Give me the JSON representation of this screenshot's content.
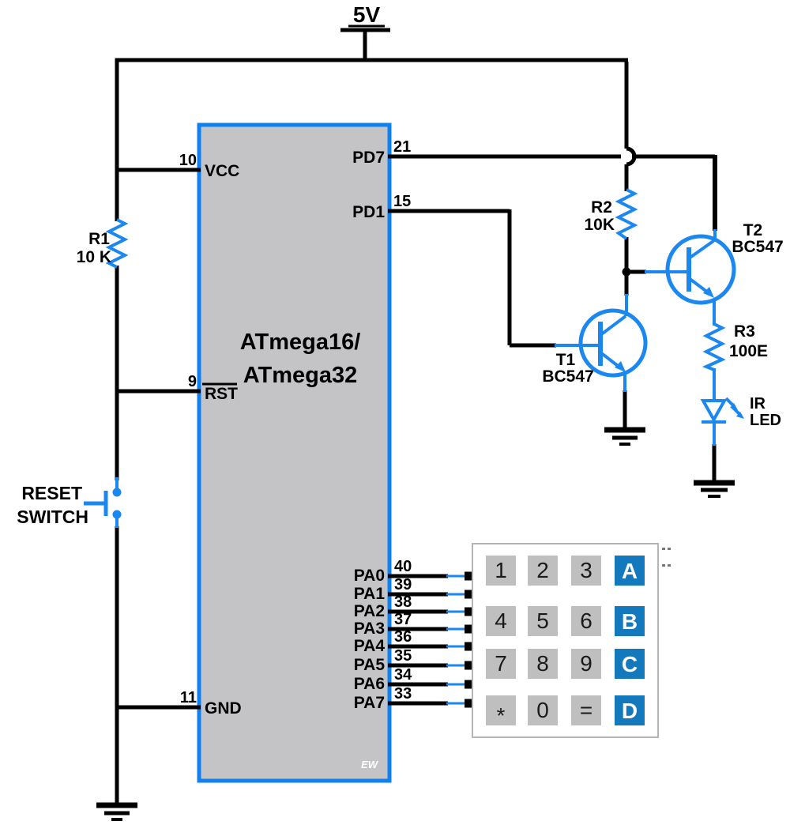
{
  "power": {
    "label": "5V"
  },
  "chip": {
    "title_line1": "ATmega16/",
    "title_line2": "ATmega32",
    "watermark": "EW",
    "left_pins": [
      {
        "name": "VCC",
        "number": "10"
      },
      {
        "name": "RST",
        "number": "9"
      },
      {
        "name": "GND",
        "number": "11"
      }
    ],
    "right_pins": [
      {
        "name": "PD7",
        "number": "21"
      },
      {
        "name": "PD1",
        "number": "15"
      }
    ],
    "port_a": [
      {
        "name": "PA0",
        "number": "40"
      },
      {
        "name": "PA1",
        "number": "39"
      },
      {
        "name": "PA2",
        "number": "38"
      },
      {
        "name": "PA3",
        "number": "37"
      },
      {
        "name": "PA4",
        "number": "36"
      },
      {
        "name": "PA5",
        "number": "35"
      },
      {
        "name": "PA6",
        "number": "34"
      },
      {
        "name": "PA7",
        "number": "33"
      }
    ]
  },
  "components": {
    "r1": {
      "ref": "R1",
      "value": "10 K"
    },
    "r2": {
      "ref": "R2",
      "value": "10K"
    },
    "r3": {
      "ref": "R3",
      "value": "100E"
    },
    "t1": {
      "ref": "T1",
      "value": "BC547"
    },
    "t2": {
      "ref": "T2",
      "value": "BC547"
    },
    "ir_led": {
      "line1": "IR",
      "line2": "LED"
    },
    "reset_switch": {
      "line1": "RESET",
      "line2": "SWITCH"
    }
  },
  "colors": {
    "schematic_blue": "#1b87f0",
    "keypad_blue": "#1478bc",
    "chip_gray": "#c4c4c6"
  },
  "keypad": {
    "rows": [
      [
        "1",
        "2",
        "3",
        "A"
      ],
      [
        "4",
        "5",
        "6",
        "B"
      ],
      [
        "7",
        "8",
        "9",
        "C"
      ],
      [
        "*",
        "0",
        "=",
        "D"
      ]
    ]
  }
}
